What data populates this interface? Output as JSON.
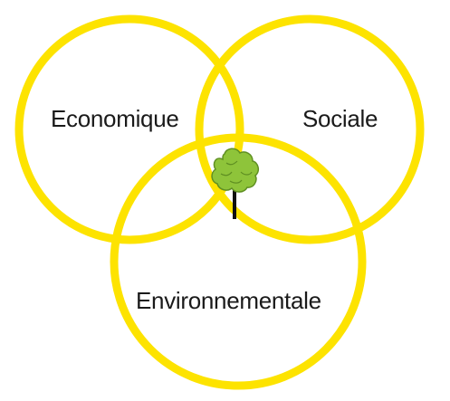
{
  "colors": {
    "ring": "#fde300",
    "text": "#1a1a1a",
    "tree_foliage": "#8ec43a",
    "tree_foliage_dark": "#5f8f22",
    "tree_trunk": "#111111",
    "background": "#ffffff"
  },
  "diagram": {
    "circles": [
      {
        "id": "economique",
        "label": "Economique"
      },
      {
        "id": "sociale",
        "label": "Sociale"
      },
      {
        "id": "environnementale",
        "label": "Environnementale"
      }
    ],
    "center_icon": "tree-icon"
  }
}
